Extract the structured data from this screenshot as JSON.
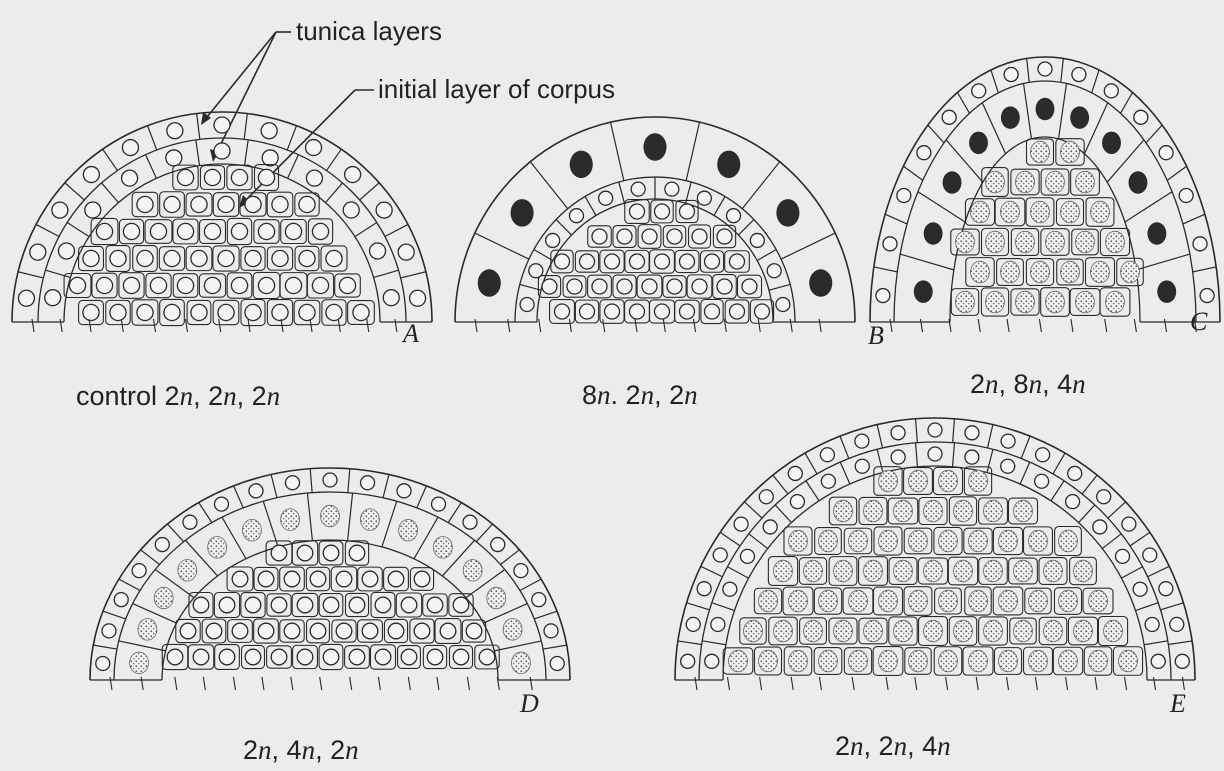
{
  "annotations": {
    "tunica": "tunica layers",
    "corpus": "initial layer of corpus"
  },
  "colors": {
    "background": "#ececec",
    "stroke": "#2a2a2a",
    "dark_nucleus": "#2b2b2b",
    "stippled_nucleus": "#9a9a9a"
  },
  "panels": [
    {
      "letter": "A",
      "caption_parts": [
        "control 2",
        "n",
        ", 2",
        "n",
        ", 2",
        "n"
      ],
      "ploidy": [
        "2n",
        "2n",
        "2n"
      ]
    },
    {
      "letter": "B",
      "caption_parts": [
        "8",
        "n",
        ". 2",
        "n",
        ", 2",
        "n"
      ],
      "ploidy": [
        "8n",
        "2n",
        "2n"
      ]
    },
    {
      "letter": "C",
      "caption_parts": [
        "2",
        "n",
        ", 8",
        "n",
        ", 4",
        "n"
      ],
      "ploidy": [
        "2n",
        "8n",
        "4n"
      ]
    },
    {
      "letter": "D",
      "caption_parts": [
        "2",
        "n",
        ", 4",
        "n",
        ", 2",
        "n"
      ],
      "ploidy": [
        "2n",
        "4n",
        "2n"
      ]
    },
    {
      "letter": "E",
      "caption_parts": [
        "2",
        "n",
        ", 2",
        "n",
        ", 4",
        "n"
      ],
      "ploidy": [
        "2n",
        "2n",
        "4n"
      ]
    }
  ]
}
